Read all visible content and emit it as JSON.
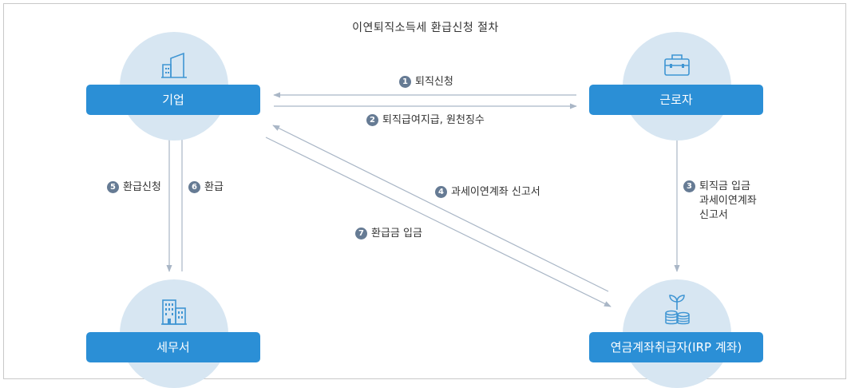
{
  "title": "이연퇴직소득세 환급신청 절차",
  "nodes": {
    "company": "기업",
    "worker": "근로자",
    "tax_office": "세무서",
    "pension": "연금계좌취급자(IRP 계좌)"
  },
  "steps": [
    {
      "num": "1",
      "text": "퇴직신청"
    },
    {
      "num": "2",
      "text": "퇴직급여지급, 원천징수"
    },
    {
      "num": "3",
      "lines": [
        "퇴직금 입금",
        "과세이연계좌",
        "신고서"
      ]
    },
    {
      "num": "4",
      "text": "과세이연계좌 신고서"
    },
    {
      "num": "5",
      "text": "환급신청"
    },
    {
      "num": "6",
      "text": "환급"
    },
    {
      "num": "7",
      "text": "환급금 입금"
    }
  ],
  "colors": {
    "node": "#2b8fd6",
    "circle": "#d7e6f2",
    "arrow": "#a9b6c6",
    "badge": "#667b94",
    "icon": "#3f95d3"
  },
  "icons": [
    "building-icon",
    "briefcase-icon",
    "office-building-icon",
    "coins-plant-icon"
  ]
}
